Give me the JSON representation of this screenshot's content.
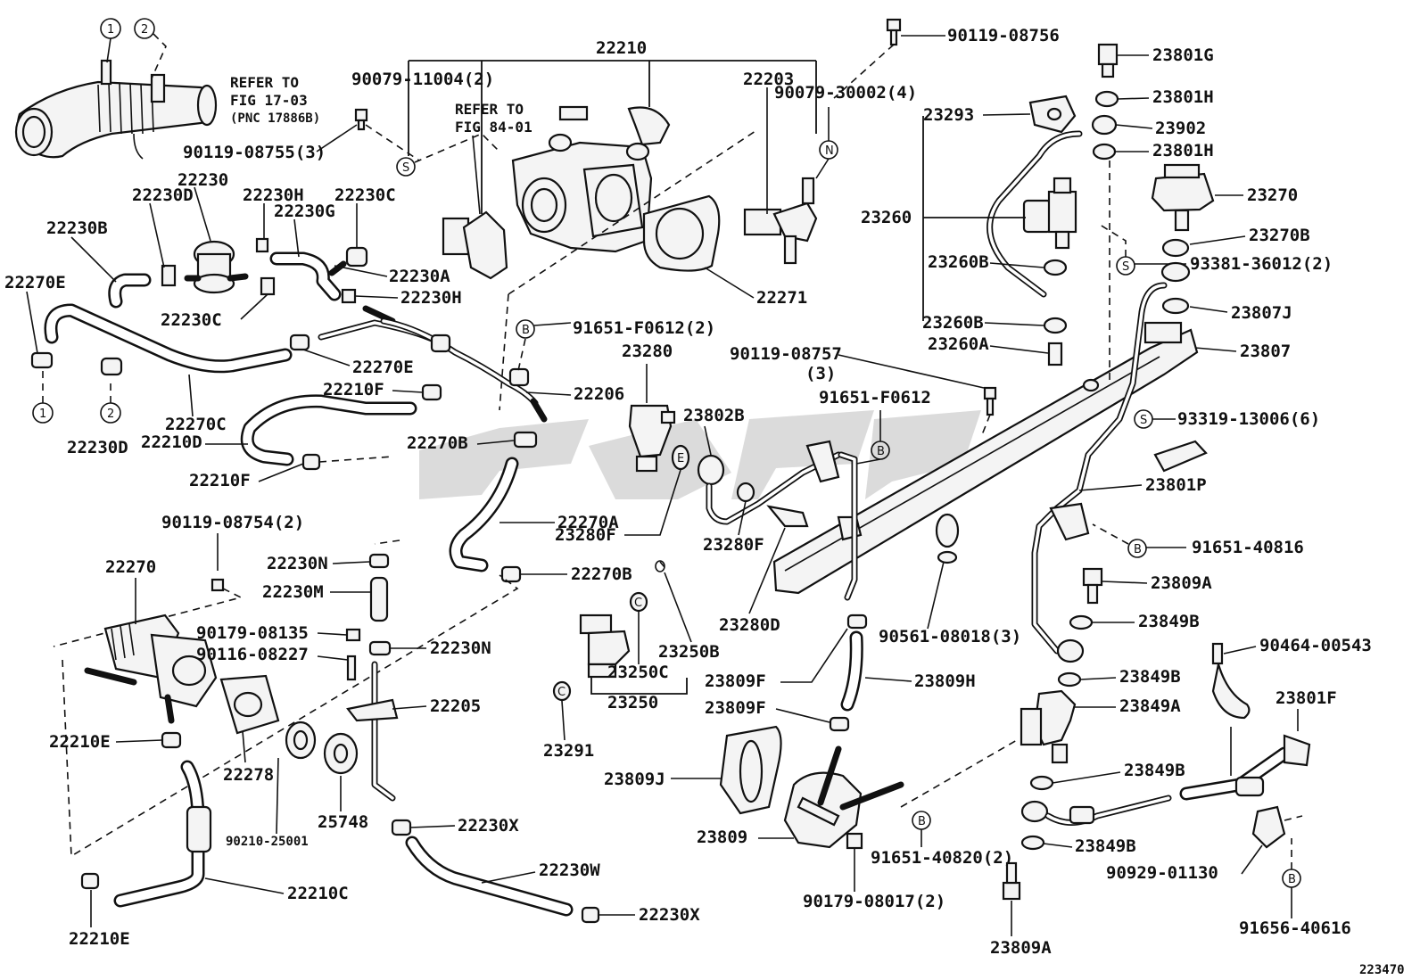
{
  "diagram_id": "223470",
  "circles": [
    {
      "id": "c1a",
      "text": "1"
    },
    {
      "id": "c2a",
      "text": "2"
    },
    {
      "id": "c1b",
      "text": "1"
    },
    {
      "id": "c2b",
      "text": "2"
    },
    {
      "id": "sA",
      "text": "S"
    },
    {
      "id": "sB",
      "text": "S"
    },
    {
      "id": "sC",
      "text": "S"
    },
    {
      "id": "nA",
      "text": "N"
    },
    {
      "id": "bA",
      "text": "B"
    },
    {
      "id": "bB",
      "text": "B"
    },
    {
      "id": "bC",
      "text": "B"
    },
    {
      "id": "bD",
      "text": "B"
    },
    {
      "id": "bE",
      "text": "B"
    },
    {
      "id": "eA",
      "text": "E"
    },
    {
      "id": "cA",
      "text": "C"
    },
    {
      "id": "cB",
      "text": "C"
    }
  ],
  "refer_17": {
    "line1": "REFER TO",
    "line2": "FIG 17-03",
    "line3": "(PNC 17886B)"
  },
  "refer_84": {
    "line1": "REFER TO",
    "line2": "FIG 84-01"
  },
  "labels": {
    "l90119_08755": "90119-08755(3)",
    "l22230": "22230",
    "l22230D_top": "22230D",
    "l22230H_top": "22230H",
    "l22230G": "22230G",
    "l22230C_top": "22230C",
    "l22230B": "22230B",
    "l22230A": "22230A",
    "l22230H_mid": "22230H",
    "l22230C_mid": "22230C",
    "l22270E_left": "22270E",
    "l22270E_mid": "22270E",
    "l22210F_top": "22210F",
    "l22270C": "22270C",
    "l22210D": "22210D",
    "l22230D_bot": "22230D",
    "l22210F_bot": "22210F",
    "l22270B_top": "22270B",
    "l22206": "22206",
    "l22210": "22210",
    "l90079_11004": "90079-11004(2)",
    "l22203": "22203",
    "l90079_30002": "90079-30002(4)",
    "l22271": "22271",
    "l91651_F0612_2": "91651-F0612(2)",
    "l90119_08756": "90119-08756",
    "l23801G": "23801G",
    "l23801H_a": "23801H",
    "l23902": "23902",
    "l23801H_b": "23801H",
    "l23293": "23293",
    "l23270": "23270",
    "l23260": "23260",
    "l23270B": "23270B",
    "l93381": "93381-36012(2)",
    "l23260B_a": "23260B",
    "l23807J": "23807J",
    "l23260B_b": "23260B",
    "l23260A": "23260A",
    "l23807": "23807",
    "l23280": "23280",
    "l90119_08757": "90119-08757",
    "l90119_08757_qty": "(3)",
    "l91651_F0612": "91651-F0612",
    "l23802B": "23802B",
    "l93319": "93319-13006(6)",
    "l23801P": "23801P",
    "l22270A": "22270A",
    "l23280F_a": "23280F",
    "l23280F_b": "23280F",
    "l91651_40816": "91651-40816",
    "l90119_08754": "90119-08754(2)",
    "l22270B_bot": "22270B",
    "l23809A_top": "23809A",
    "l22270": "22270",
    "l22230N_top": "22230N",
    "l22230M": "22230M",
    "l23280D": "23280D",
    "l23849B_a": "23849B",
    "l90179_08135": "90179-08135",
    "l22230N_mid": "22230N",
    "l90561": "90561-08018(3)",
    "l90464": "90464-00543",
    "l90116": "90116-08227",
    "l23250B": "23250B",
    "l23250C": "23250C",
    "l23809F_a": "23809F",
    "l23809H": "23809H",
    "l23849B_b": "23849B",
    "l23801F": "23801F",
    "l23250": "23250",
    "l23809F_b": "23809F",
    "l23849A": "23849A",
    "l22205": "22205",
    "l22210E_top": "22210E",
    "l23291": "23291",
    "l23809J": "23809J",
    "l23849B_c": "23849B",
    "l22278": "22278",
    "l25748": "25748",
    "l23809": "23809",
    "l22230X_a": "22230X",
    "l90210": "90210-25001",
    "l91651_40820": "91651-40820(2)",
    "l23849B_d": "23849B",
    "l90929": "90929-01130",
    "l22230W": "22230W",
    "l90179_08017": "90179-08017(2)",
    "l22210C": "22210C",
    "l91656": "91656-40616",
    "l22230X_b": "22230X",
    "l22210E_bot": "22210E",
    "l23809A_bot": "23809A"
  }
}
